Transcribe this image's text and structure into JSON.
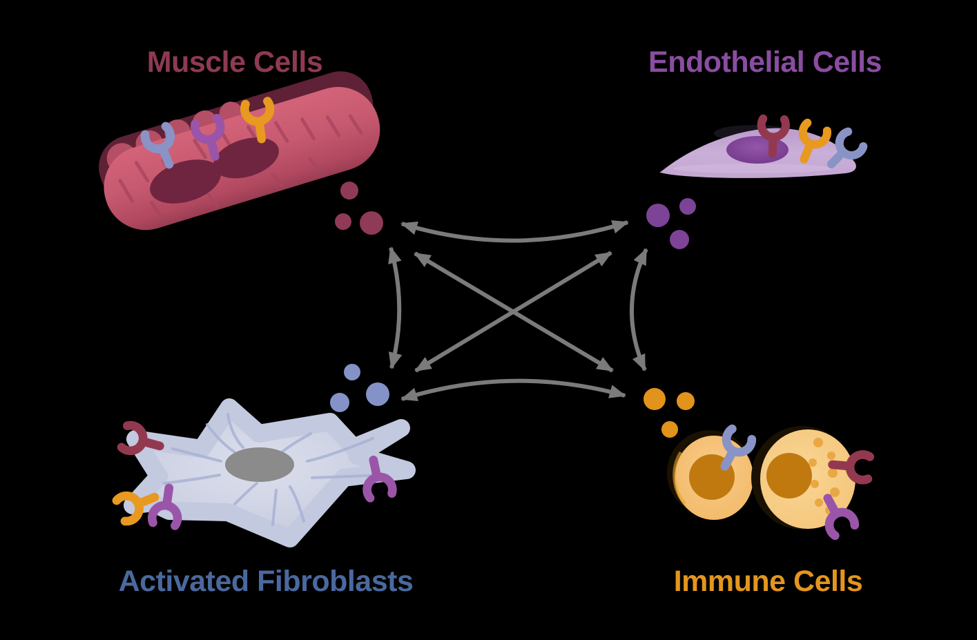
{
  "title": "Intercellular communication network diagram",
  "background_color": "#000000",
  "arrow_color": "#7b7b7b",
  "palette": {
    "receptor_blue": "#8a93c6",
    "receptor_purple": "#9a55a8",
    "receptor_orange": "#e8991f",
    "receptor_maroon": "#93394f"
  },
  "nodes": [
    {
      "id": "muscle-cells",
      "label": "Muscle Cells",
      "label_color": "#8e3a52",
      "position": "top-left",
      "secreted_dot_color": "#8f3a57",
      "secreted_dot_count": 3,
      "receptor_colors": [
        "#8a93c6",
        "#9a55a8",
        "#e8991f"
      ]
    },
    {
      "id": "endothelial-cells",
      "label": "Endothelial Cells",
      "label_color": "#8a4da1",
      "position": "top-right",
      "secreted_dot_color": "#7d4397",
      "secreted_dot_count": 3,
      "receptor_colors": [
        "#93394f",
        "#e8991f",
        "#8a93c6"
      ]
    },
    {
      "id": "activated-fibroblasts",
      "label": "Activated Fibroblasts",
      "label_color": "#4a699e",
      "position": "bottom-left",
      "secreted_dot_color": "#8492c8",
      "secreted_dot_count": 3,
      "receptor_colors": [
        "#93394f",
        "#e8991f",
        "#9a55a8",
        "#9a55a8"
      ]
    },
    {
      "id": "immune-cells",
      "label": "Immune Cells",
      "label_color": "#e3961e",
      "position": "bottom-right",
      "secreted_dot_color": "#e2931b",
      "secreted_dot_count": 3,
      "receptor_colors": [
        "#8a93c6",
        "#93394f",
        "#9a55a8"
      ]
    }
  ],
  "edges": [
    {
      "from": "muscle-cells",
      "to": "endothelial-cells",
      "bidirectional": true,
      "style": "curved"
    },
    {
      "from": "muscle-cells",
      "to": "activated-fibroblasts",
      "bidirectional": true,
      "style": "curved"
    },
    {
      "from": "muscle-cells",
      "to": "immune-cells",
      "bidirectional": true,
      "style": "straight"
    },
    {
      "from": "endothelial-cells",
      "to": "immune-cells",
      "bidirectional": true,
      "style": "curved"
    },
    {
      "from": "endothelial-cells",
      "to": "activated-fibroblasts",
      "bidirectional": true,
      "style": "straight"
    },
    {
      "from": "activated-fibroblasts",
      "to": "immune-cells",
      "bidirectional": true,
      "style": "curved"
    }
  ]
}
